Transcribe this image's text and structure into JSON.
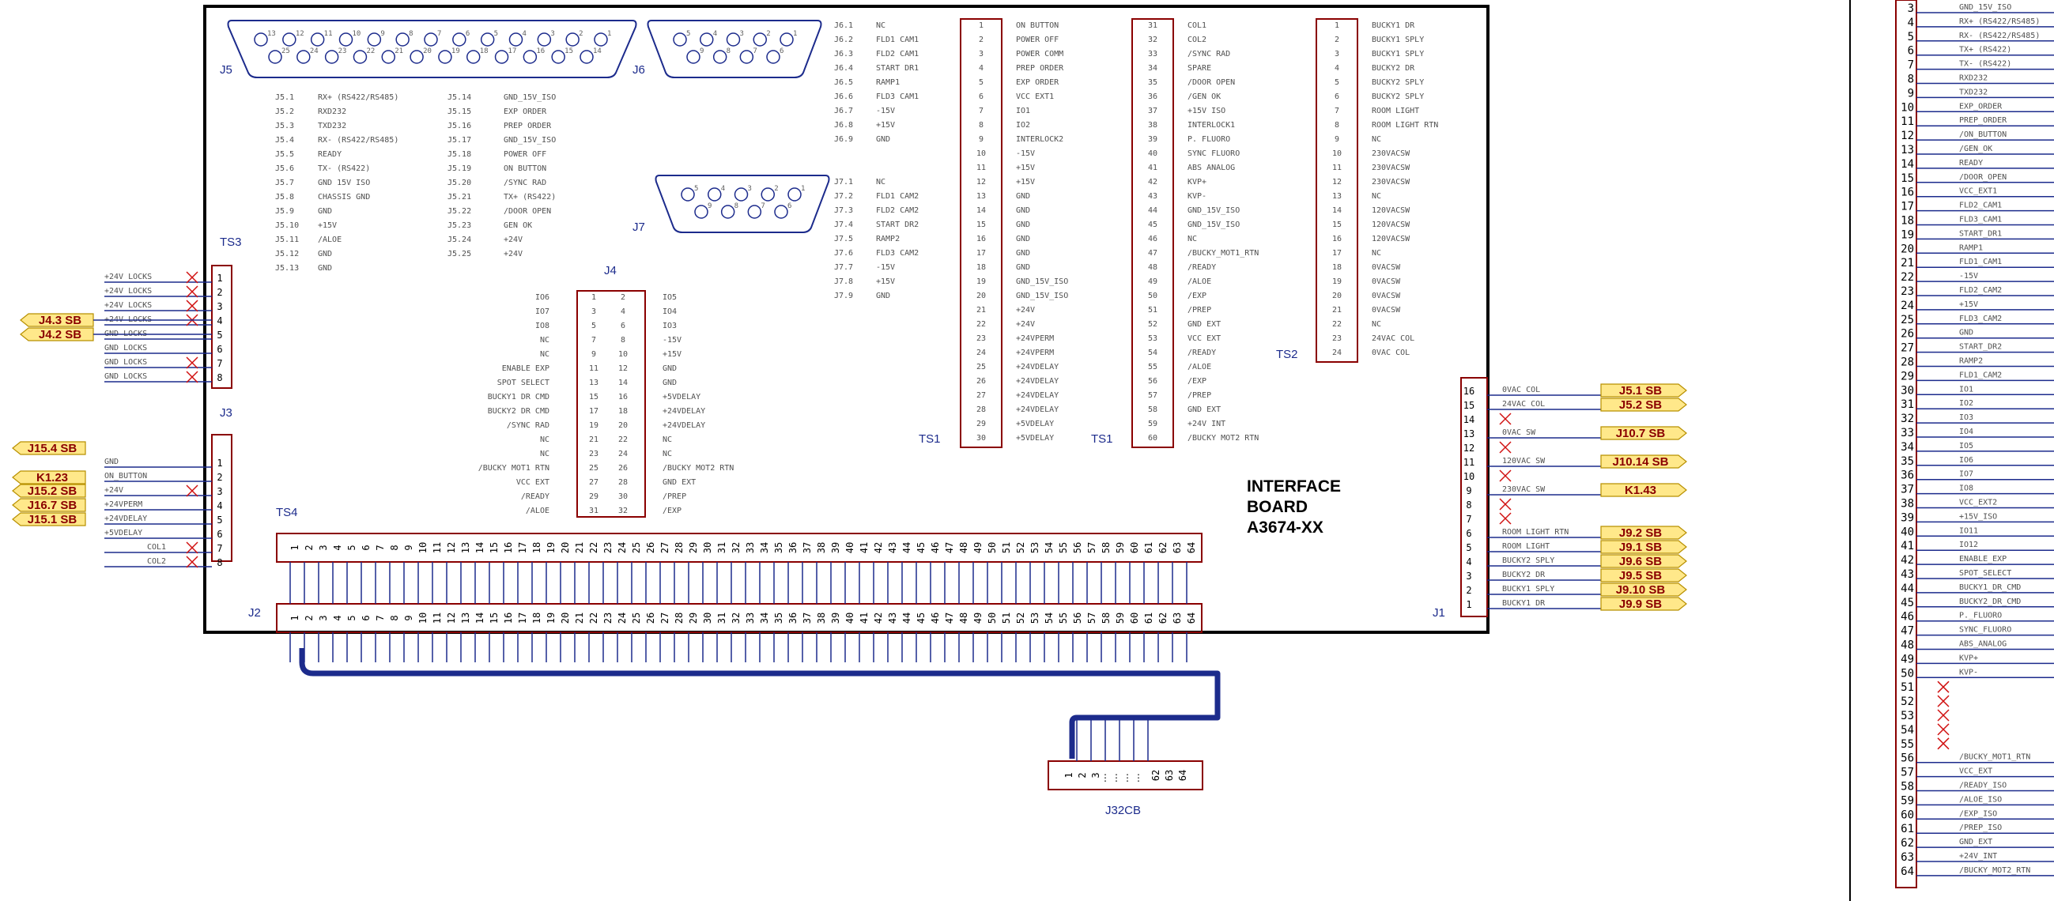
{
  "colors": {
    "border": "#000000",
    "wire": "#1c2b8c",
    "hdr": "#8a0000",
    "tag_fill": "#ffe88a",
    "tag_stroke": "#b89000",
    "x_mark": "#d01010",
    "label": "#1c2b8c"
  },
  "board": {
    "title": [
      "INTERFACE",
      "BOARD",
      "A3674-XX"
    ]
  },
  "labels": {
    "j5": "J5",
    "j6": "J6",
    "j7": "J7",
    "j4": "J4",
    "j3": "J3",
    "ts3": "TS3",
    "ts4": "TS4",
    "ts1a": "TS1",
    "ts1b": "TS1",
    "ts2": "TS2",
    "j2": "J2",
    "j1": "J1",
    "j32": "J32CB",
    "j32_ellipsis": "⋮"
  },
  "j5_pins_top": [
    "13",
    "12",
    "11",
    "10",
    "9",
    "8",
    "7",
    "6",
    "5",
    "4",
    "3",
    "2",
    "1"
  ],
  "j5_pins_bot": [
    "25",
    "24",
    "23",
    "22",
    "21",
    "20",
    "19",
    "18",
    "17",
    "16",
    "15",
    "14"
  ],
  "j6_pins_top": [
    "5",
    "4",
    "3",
    "2",
    "1"
  ],
  "j6_pins_bot": [
    "9",
    "8",
    "7",
    "6"
  ],
  "j7_pins_top": [
    "5",
    "4",
    "3",
    "2",
    "1"
  ],
  "j7_pins_bot": [
    "9",
    "8",
    "7",
    "6"
  ],
  "j5_list": [
    [
      "J5.1",
      "RX+ (RS422/RS485)",
      "J5.14",
      "GND_15V_ISO"
    ],
    [
      "J5.2",
      "RXD232",
      "J5.15",
      "EXP ORDER"
    ],
    [
      "J5.3",
      "TXD232",
      "J5.16",
      "PREP ORDER"
    ],
    [
      "J5.4",
      "RX- (RS422/RS485)",
      "J5.17",
      "GND_15V_ISO"
    ],
    [
      "J5.5",
      "READY",
      "J5.18",
      "POWER OFF"
    ],
    [
      "J5.6",
      "TX- (RS422)",
      "J5.19",
      "ON BUTTON"
    ],
    [
      "J5.7",
      "GND 15V ISO",
      "J5.20",
      "/SYNC RAD"
    ],
    [
      "J5.8",
      "CHASSIS GND",
      "J5.21",
      "TX+ (RS422)"
    ],
    [
      "J5.9",
      "GND",
      "J5.22",
      "/DOOR OPEN"
    ],
    [
      "J5.10",
      "+15V",
      "J5.23",
      "GEN OK"
    ],
    [
      "J5.11",
      "/ALOE",
      "J5.24",
      "+24V"
    ],
    [
      "J5.12",
      "GND",
      "J5.25",
      "+24V"
    ],
    [
      "J5.13",
      "GND",
      "",
      ""
    ]
  ],
  "j6_list": [
    [
      "J6.1",
      "NC"
    ],
    [
      "J6.2",
      "FLD1 CAM1"
    ],
    [
      "J6.3",
      "FLD2 CAM1"
    ],
    [
      "J6.4",
      "START DR1"
    ],
    [
      "J6.5",
      "RAMP1"
    ],
    [
      "J6.6",
      "FLD3 CAM1"
    ],
    [
      "J6.7",
      "-15V"
    ],
    [
      "J6.8",
      "+15V"
    ],
    [
      "J6.9",
      "GND"
    ]
  ],
  "j7_list": [
    [
      "J7.1",
      "NC"
    ],
    [
      "J7.2",
      "FLD1 CAM2"
    ],
    [
      "J7.3",
      "FLD2 CAM2"
    ],
    [
      "J7.4",
      "START DR2"
    ],
    [
      "J7.5",
      "RAMP2"
    ],
    [
      "J7.6",
      "FLD3 CAM2"
    ],
    [
      "J7.7",
      "-15V"
    ],
    [
      "J7.8",
      "+15V"
    ],
    [
      "J7.9",
      "GND"
    ]
  ],
  "ts1a": [
    [
      "1",
      "ON BUTTON"
    ],
    [
      "2",
      "POWER OFF"
    ],
    [
      "3",
      "POWER COMM"
    ],
    [
      "4",
      "PREP ORDER"
    ],
    [
      "5",
      "EXP ORDER"
    ],
    [
      "6",
      "VCC EXT1"
    ],
    [
      "7",
      "IO1"
    ],
    [
      "8",
      "IO2"
    ],
    [
      "9",
      "INTERLOCK2"
    ],
    [
      "10",
      "-15V"
    ],
    [
      "11",
      "+15V"
    ],
    [
      "12",
      "+15V"
    ],
    [
      "13",
      "GND"
    ],
    [
      "14",
      "GND"
    ],
    [
      "15",
      "GND"
    ],
    [
      "16",
      "GND"
    ],
    [
      "17",
      "GND"
    ],
    [
      "18",
      "GND"
    ],
    [
      "19",
      "GND_15V_ISO"
    ],
    [
      "20",
      "GND_15V_ISO"
    ],
    [
      "21",
      "+24V"
    ],
    [
      "22",
      "+24V"
    ],
    [
      "23",
      "+24VPERM"
    ],
    [
      "24",
      "+24VPERM"
    ],
    [
      "25",
      "+24VDELAY"
    ],
    [
      "26",
      "+24VDELAY"
    ],
    [
      "27",
      "+24VDELAY"
    ],
    [
      "28",
      "+24VDELAY"
    ],
    [
      "29",
      "+5VDELAY"
    ],
    [
      "30",
      "+5VDELAY"
    ]
  ],
  "ts1b": [
    [
      "31",
      "COL1"
    ],
    [
      "32",
      "COL2"
    ],
    [
      "33",
      "/SYNC RAD"
    ],
    [
      "34",
      "SPARE"
    ],
    [
      "35",
      "/DOOR OPEN"
    ],
    [
      "36",
      "/GEN OK"
    ],
    [
      "37",
      "+15V ISO"
    ],
    [
      "38",
      "INTERLOCK1"
    ],
    [
      "39",
      "P. FLUORO"
    ],
    [
      "40",
      "SYNC FLUORO"
    ],
    [
      "41",
      "ABS ANALOG"
    ],
    [
      "42",
      "KVP+"
    ],
    [
      "43",
      "KVP-"
    ],
    [
      "44",
      "GND_15V_ISO"
    ],
    [
      "45",
      "GND_15V_ISO"
    ],
    [
      "46",
      "NC"
    ],
    [
      "47",
      "/BUCKY_MOT1_RTN"
    ],
    [
      "48",
      "/READY"
    ],
    [
      "49",
      "/ALOE"
    ],
    [
      "50",
      "/EXP"
    ],
    [
      "51",
      "/PREP"
    ],
    [
      "52",
      "GND EXT"
    ],
    [
      "53",
      "VCC EXT"
    ],
    [
      "54",
      "/READY"
    ],
    [
      "55",
      "/ALOE"
    ],
    [
      "56",
      "/EXP"
    ],
    [
      "57",
      "/PREP"
    ],
    [
      "58",
      "GND EXT"
    ],
    [
      "59",
      "+24V INT"
    ],
    [
      "60",
      "/BUCKY MOT2 RTN"
    ]
  ],
  "ts2": [
    [
      "1",
      "BUCKY1 DR"
    ],
    [
      "2",
      "BUCKY1 SPLY"
    ],
    [
      "3",
      "BUCKY1 SPLY"
    ],
    [
      "4",
      "BUCKY2 DR"
    ],
    [
      "5",
      "BUCKY2 SPLY"
    ],
    [
      "6",
      "BUCKY2 SPLY"
    ],
    [
      "7",
      "ROOM LIGHT"
    ],
    [
      "8",
      "ROOM LIGHT RTN"
    ],
    [
      "9",
      "NC"
    ],
    [
      "10",
      "230VACSW"
    ],
    [
      "11",
      "230VACSW"
    ],
    [
      "12",
      "230VACSW"
    ],
    [
      "13",
      "NC"
    ],
    [
      "14",
      "120VACSW"
    ],
    [
      "15",
      "120VACSW"
    ],
    [
      "16",
      "120VACSW"
    ],
    [
      "17",
      "NC"
    ],
    [
      "18",
      "0VACSW"
    ],
    [
      "19",
      "0VACSW"
    ],
    [
      "20",
      "0VACSW"
    ],
    [
      "21",
      "0VACSW"
    ],
    [
      "22",
      "NC"
    ],
    [
      "23",
      "24VAC COL"
    ],
    [
      "24",
      "0VAC COL"
    ]
  ],
  "j4": [
    [
      "IO6",
      "1",
      "2",
      "IO5"
    ],
    [
      "IO7",
      "3",
      "4",
      "IO4"
    ],
    [
      "IO8",
      "5",
      "6",
      "IO3"
    ],
    [
      "NC",
      "7",
      "8",
      "-15V"
    ],
    [
      "NC",
      "9",
      "10",
      "+15V"
    ],
    [
      "ENABLE EXP",
      "11",
      "12",
      "GND"
    ],
    [
      "SPOT SELECT",
      "13",
      "14",
      "GND"
    ],
    [
      "BUCKY1 DR CMD",
      "15",
      "16",
      "+5VDELAY"
    ],
    [
      "BUCKY2 DR CMD",
      "17",
      "18",
      "+24VDELAY"
    ],
    [
      "/SYNC RAD",
      "19",
      "20",
      "+24VDELAY"
    ],
    [
      "NC",
      "21",
      "22",
      "NC"
    ],
    [
      "NC",
      "23",
      "24",
      "NC"
    ],
    [
      "/BUCKY MOT1 RTN",
      "25",
      "26",
      "/BUCKY MOT2 RTN"
    ],
    [
      "VCC EXT",
      "27",
      "28",
      "GND EXT"
    ],
    [
      "/READY",
      "29",
      "30",
      "/PREP"
    ],
    [
      "/ALOE",
      "31",
      "32",
      "/EXP"
    ]
  ],
  "ts3_pins": [
    "1",
    "2",
    "3",
    "4",
    "5",
    "6",
    "7",
    "8"
  ],
  "ts3_sigs": [
    "+24V LOCKS",
    "+24V LOCKS",
    "+24V LOCKS",
    "+24V LOCKS",
    "GND LOCKS",
    "GND LOCKS",
    "GND LOCKS",
    "GND LOCKS"
  ],
  "ts3_tags": [
    "J4.3 SB",
    "J4.2 SB"
  ],
  "ts4_pins": [
    "1",
    "2",
    "3",
    "4",
    "5",
    "6",
    "7",
    "8"
  ],
  "ts4_sigs": [
    "GND",
    "ON_BUTTON",
    "+24V",
    "+24VPERM",
    "+24VDELAY",
    "+5VDELAY",
    "COL1",
    "COL2"
  ],
  "ts4_tags": [
    "J15.4 SB",
    "K1.23",
    "J15.2 SB",
    "J16.7 SB",
    "J15.1 SB"
  ],
  "j2_pins": [
    "1",
    "2",
    "3",
    "4",
    "5",
    "6",
    "7",
    "8",
    "9",
    "10",
    "11",
    "12",
    "13",
    "14",
    "15",
    "16",
    "17",
    "18",
    "19",
    "20",
    "21",
    "22",
    "23",
    "24",
    "25",
    "26",
    "27",
    "28",
    "29",
    "30",
    "31",
    "32",
    "33",
    "34",
    "35",
    "36",
    "37",
    "38",
    "39",
    "40",
    "41",
    "42",
    "43",
    "44",
    "45",
    "46",
    "47",
    "48",
    "49",
    "50",
    "51",
    "52",
    "53",
    "54",
    "55",
    "56",
    "57",
    "58",
    "59",
    "60",
    "61",
    "62",
    "63",
    "64"
  ],
  "j32_pins": [
    "1",
    "2",
    "3",
    "62",
    "63",
    "64"
  ],
  "j1_pins": [
    "16",
    "15",
    "14",
    "13",
    "12",
    "11",
    "10",
    "9",
    "8",
    "7",
    "6",
    "5",
    "4",
    "3",
    "2",
    "1"
  ],
  "j1_sigs": [
    "0VAC COL",
    "24VAC COL",
    "",
    "0VAC SW",
    "",
    "120VAC SW",
    "",
    "230VAC SW",
    "",
    "",
    "ROOM LIGHT RTN",
    "ROOM LIGHT",
    "BUCKY2 SPLY",
    "BUCKY2 DR",
    "BUCKY1 SPLY",
    "BUCKY1 DR"
  ],
  "j1_tags": [
    "J5.1 SB",
    "J5.2 SB",
    "",
    "J10.7 SB",
    "",
    "J10.14 SB",
    "",
    "K1.43",
    "",
    "",
    "J9.2 SB",
    "J9.1 SB",
    "J9.6 SB",
    "J9.5 SB",
    "J9.10 SB",
    "J9.9 SB"
  ],
  "right_pins": [
    "3",
    "4",
    "5",
    "6",
    "7",
    "8",
    "9",
    "10",
    "11",
    "12",
    "13",
    "14",
    "15",
    "16",
    "17",
    "18",
    "19",
    "20",
    "21",
    "22",
    "23",
    "24",
    "25",
    "26",
    "27",
    "28",
    "29",
    "30",
    "31",
    "32",
    "33",
    "34",
    "35",
    "36",
    "37",
    "38",
    "39",
    "40",
    "41",
    "42",
    "43",
    "44",
    "45",
    "46",
    "47",
    "48",
    "49",
    "50",
    "51",
    "52",
    "53",
    "54",
    "55",
    "56",
    "57",
    "58",
    "59",
    "60",
    "61",
    "62",
    "63",
    "64"
  ],
  "right_sigs": [
    "GND_15V_ISO",
    "RX+ (RS422/RS485)",
    "RX- (RS422/RS485)",
    "TX+ (RS422)",
    "TX- (RS422)",
    "RXD232",
    "TXD232",
    "EXP_ORDER",
    "PREP_ORDER",
    "/ON_BUTTON",
    "/GEN_OK",
    "READY",
    "/DOOR_OPEN",
    "VCC_EXT1",
    "FLD2_CAM1",
    "FLD3_CAM1",
    "START_DR1",
    "RAMP1",
    "FLD1_CAM1",
    "-15V",
    "FLD2_CAM2",
    "+15V",
    "FLD3_CAM2",
    "GND",
    "START_DR2",
    "RAMP2",
    "FLD1_CAM2",
    "IO1",
    "IO2",
    "IO3",
    "IO4",
    "IO5",
    "IO6",
    "IO7",
    "IO8",
    "VCC_EXT2",
    "+15V_ISO",
    "IO11",
    "IO12",
    "ENABLE_EXP",
    "SPOT_SELECT",
    "BUCKY1_DR_CMD",
    "BUCKY2_DR_CMD",
    "P._FLUORO",
    "SYNC_FLUORO",
    "ABS_ANALOG",
    "KVP+",
    "KVP-",
    "",
    "",
    "",
    "",
    "",
    "/BUCKY_MOT1_RTN",
    "VCC_EXT",
    "/READY_ISO",
    "/ALOE_ISO",
    "/EXP_ISO",
    "/PREP_ISO",
    "GND_EXT",
    "+24V_INT",
    "/BUCKY_MOT2_RTN"
  ]
}
